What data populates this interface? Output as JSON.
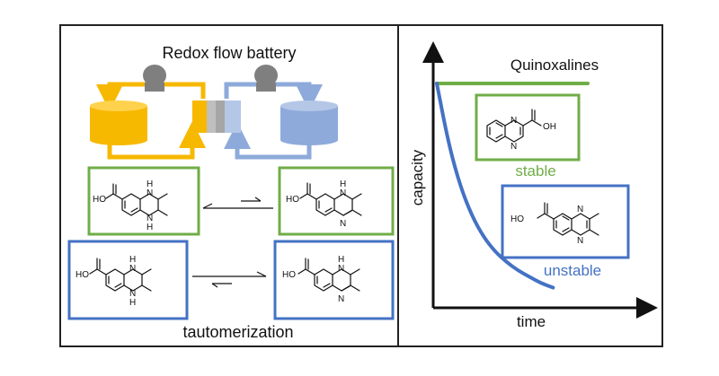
{
  "battery": {
    "title": "Redox flow battery",
    "colors": {
      "left": "#f7b800",
      "right": "#8eaadb",
      "pump": "#7f7f7f",
      "membrane": "#a6a6a6"
    }
  },
  "molecules": {
    "green_left": {
      "oh": "HO",
      "n_top": "H\nN",
      "n_bot": "N\nH"
    },
    "green_right": {
      "oh": "HO",
      "n_top": "H\nN",
      "n_bot": "N"
    },
    "blue_left": {
      "oh": "HO",
      "n_top": "H\nN",
      "n_bot": "N\nH"
    },
    "blue_right": {
      "oh": "HO",
      "n_top": "H\nN",
      "n_bot": "N"
    },
    "stable_mol": {
      "oh": "OH",
      "n1": "N",
      "n2": "N"
    },
    "unstable_mol": {
      "oh": "HO",
      "n1": "N",
      "n2": "N"
    }
  },
  "bottom_label": "tautomerization",
  "colors": {
    "green": "#70ad47",
    "blue": "#4472c4",
    "frame": "#222222"
  },
  "chart": {
    "title": "Quinoxalines",
    "ylabel": "capacity",
    "xlabel": "time",
    "stable_label": "stable",
    "unstable_label": "unstable"
  },
  "chart_data": {
    "type": "line",
    "title": "Quinoxalines",
    "xlabel": "time",
    "ylabel": "capacity",
    "series": [
      {
        "name": "stable",
        "color": "#70ad47",
        "x": [
          0,
          1
        ],
        "y": [
          1,
          1
        ]
      },
      {
        "name": "unstable",
        "color": "#4472c4",
        "x": [
          0,
          0.1,
          0.2,
          0.3,
          0.4,
          0.5,
          0.6,
          0.7,
          0.8,
          0.9,
          1.0
        ],
        "y": [
          1,
          0.72,
          0.52,
          0.38,
          0.28,
          0.21,
          0.16,
          0.12,
          0.09,
          0.06,
          0.04
        ]
      }
    ]
  }
}
